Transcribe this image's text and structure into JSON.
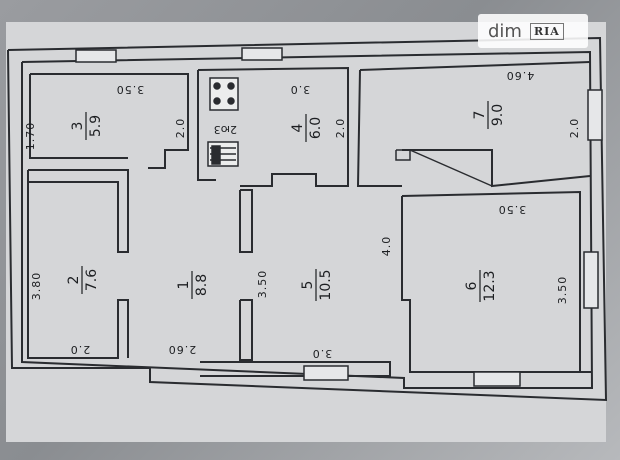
{
  "watermark": {
    "text": "dim",
    "logo": "RIA"
  },
  "rooms": [
    {
      "id": "1",
      "area": "8.8"
    },
    {
      "id": "2",
      "area": "7.6"
    },
    {
      "id": "3",
      "area": "5.9"
    },
    {
      "id": "4",
      "area": "6.0"
    },
    {
      "id": "5",
      "area": "10.5"
    },
    {
      "id": "6",
      "area": "12.3"
    },
    {
      "id": "7",
      "area": "9.0"
    }
  ],
  "dimensions": {
    "r3_top": "3.50",
    "r3_left": "1.70",
    "r3_right": "2.0",
    "r4_top": "3.0",
    "r4_right": "2.0",
    "r7_top": "4.60",
    "r7_right": "2.0",
    "r2_left": "3.80",
    "r2_bottom": "2.0",
    "r1_bottom": "2.60",
    "r5_left": "3.50",
    "r5_right": "4.0",
    "r5_bottom": "3.0",
    "r6_top": "3.50",
    "r6_right": "3.50"
  },
  "stove_label": "2ю3"
}
